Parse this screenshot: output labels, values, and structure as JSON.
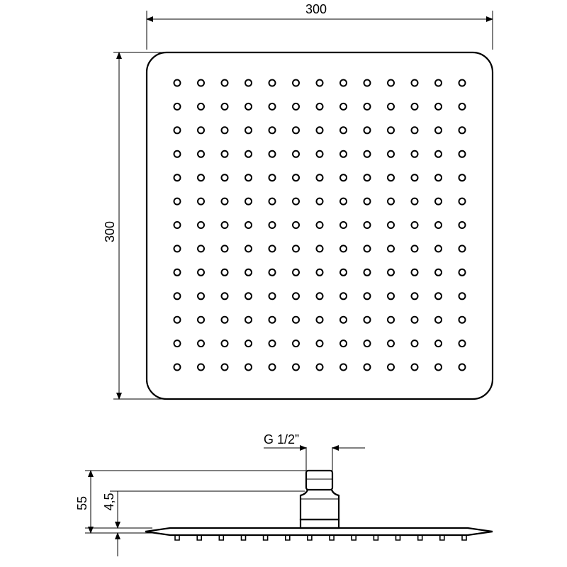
{
  "top_view": {
    "width_label": "300",
    "height_label": "300",
    "nozzle_rows": 13,
    "nozzle_cols": 13
  },
  "side_view": {
    "thread_label": "G 1/2”",
    "total_height_label": "55",
    "plate_thickness_label": "4,5",
    "nozzle_count": 14
  }
}
